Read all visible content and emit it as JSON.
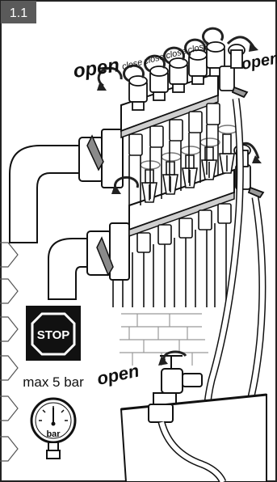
{
  "step": {
    "number": "1.1"
  },
  "labels": {
    "open_top": "open",
    "close_words": [
      "close",
      "close",
      "close",
      "close"
    ],
    "open_right": "open",
    "open_tap": "open"
  },
  "stop_sign": {
    "text": "STOP"
  },
  "pressure": {
    "text": "max 5 bar",
    "gauge_unit": "bar"
  },
  "colors": {
    "badge": "#5a5a5a",
    "line": "#111111",
    "stop_bg": "#111111",
    "arrow": "#222222"
  }
}
